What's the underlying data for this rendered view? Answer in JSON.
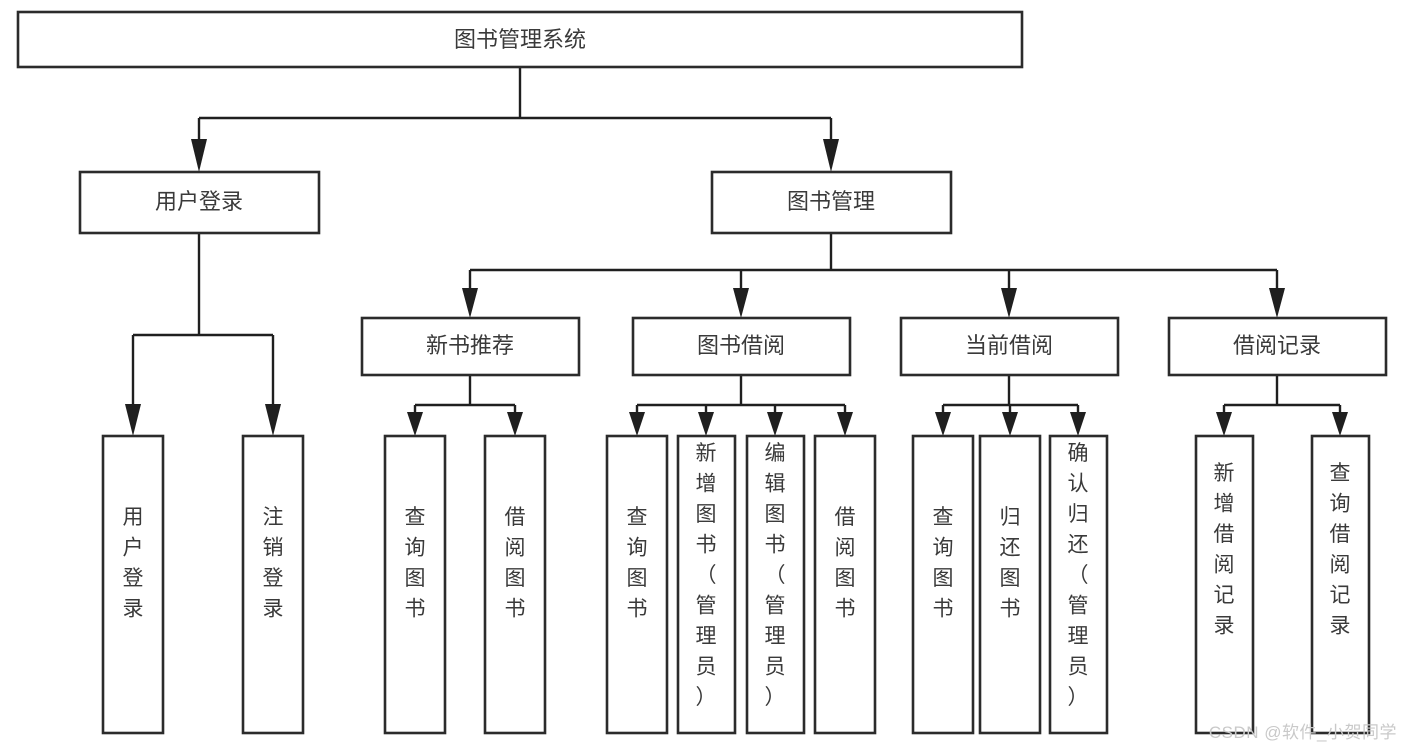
{
  "diagram": {
    "title": "图书管理系统",
    "type": "tree-hierarchy-chart",
    "watermark": "CSDN @软件_小贺同学",
    "colors": {
      "background": "#ffffff",
      "box_stroke": "#2b2b2b",
      "box_fill": "#ffffff",
      "text": "#3a3a3a",
      "edge": "#1f1f1f",
      "watermark": "#c9c9c9"
    },
    "nodes": {
      "root": {
        "label": "图书管理系统",
        "level": 1
      },
      "n_user_login": {
        "label": "用户登录",
        "level": 2
      },
      "n_book_manage": {
        "label": "图书管理",
        "level": 2
      },
      "n_new_book_rec": {
        "label": "新书推荐",
        "level": 3
      },
      "n_book_borrow": {
        "label": "图书借阅",
        "level": 3
      },
      "n_current_borrow": {
        "label": "当前借阅",
        "level": 3
      },
      "n_borrow_record": {
        "label": "借阅记录",
        "level": 3
      },
      "leaf_user_login": {
        "label": "用户登录",
        "level": 3,
        "vertical": true
      },
      "leaf_logout": {
        "label": "注销登录",
        "level": 3,
        "vertical": true
      },
      "leaf_query_book_1": {
        "label": "查询图书",
        "level": 4,
        "vertical": true
      },
      "leaf_borrow_book_1": {
        "label": "借阅图书",
        "level": 4,
        "vertical": true
      },
      "leaf_query_book_2": {
        "label": "查询图书",
        "level": 4,
        "vertical": true
      },
      "leaf_add_book": {
        "label": "新增图书（管理员）",
        "level": 4,
        "vertical": true
      },
      "leaf_edit_book": {
        "label": "编辑图书（管理员）",
        "level": 4,
        "vertical": true
      },
      "leaf_borrow_book_2": {
        "label": "借阅图书",
        "level": 4,
        "vertical": true
      },
      "leaf_query_book_3": {
        "label": "查询图书",
        "level": 4,
        "vertical": true
      },
      "leaf_return_book": {
        "label": "归还图书",
        "level": 4,
        "vertical": true
      },
      "leaf_confirm_return": {
        "label": "确认归还（管理员）",
        "level": 4,
        "vertical": true
      },
      "leaf_add_record": {
        "label": "新增借阅记录",
        "level": 4,
        "vertical": true
      },
      "leaf_query_record": {
        "label": "查询借阅记录",
        "level": 4,
        "vertical": true
      }
    },
    "edges": [
      {
        "from": "root",
        "to": "n_user_login"
      },
      {
        "from": "root",
        "to": "n_book_manage"
      },
      {
        "from": "n_user_login",
        "to": "leaf_user_login"
      },
      {
        "from": "n_user_login",
        "to": "leaf_logout"
      },
      {
        "from": "n_book_manage",
        "to": "n_new_book_rec"
      },
      {
        "from": "n_book_manage",
        "to": "n_book_borrow"
      },
      {
        "from": "n_book_manage",
        "to": "n_current_borrow"
      },
      {
        "from": "n_book_manage",
        "to": "n_borrow_record"
      },
      {
        "from": "n_new_book_rec",
        "to": "leaf_query_book_1"
      },
      {
        "from": "n_new_book_rec",
        "to": "leaf_borrow_book_1"
      },
      {
        "from": "n_book_borrow",
        "to": "leaf_query_book_2"
      },
      {
        "from": "n_book_borrow",
        "to": "leaf_add_book"
      },
      {
        "from": "n_book_borrow",
        "to": "leaf_edit_book"
      },
      {
        "from": "n_book_borrow",
        "to": "leaf_borrow_book_2"
      },
      {
        "from": "n_current_borrow",
        "to": "leaf_query_book_3"
      },
      {
        "from": "n_current_borrow",
        "to": "leaf_return_book"
      },
      {
        "from": "n_current_borrow",
        "to": "leaf_confirm_return"
      },
      {
        "from": "n_borrow_record",
        "to": "leaf_add_record"
      },
      {
        "from": "n_borrow_record",
        "to": "leaf_query_record"
      }
    ]
  }
}
